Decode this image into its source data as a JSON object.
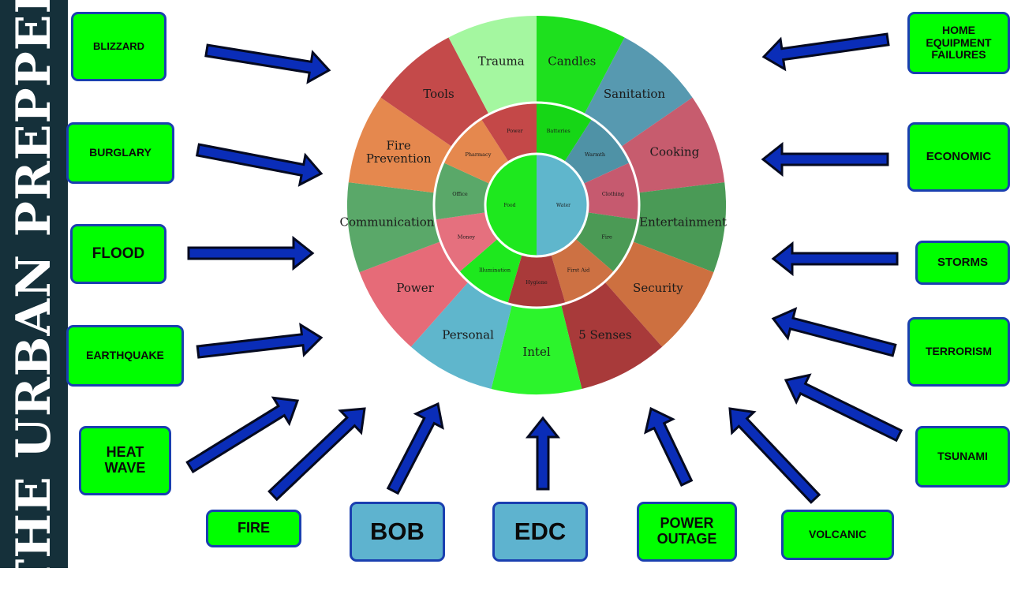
{
  "brand": {
    "sidebar_text": "THE URBAN PREPPER"
  },
  "colors": {
    "sidebar_bg": "#15303a",
    "hazard_box": "#00ff00",
    "kit_box": "#5eb3cf",
    "arrow": "#0a2db8",
    "box_border": "#1a3fb0"
  },
  "wheel": {
    "center": [
      {
        "label": "Water",
        "color": "#5fb6cc"
      },
      {
        "label": "Food",
        "color": "#1ee81e"
      }
    ],
    "middle": [
      {
        "label": "Batteries",
        "color": "#16d616"
      },
      {
        "label": "Warmth",
        "color": "#4f92a6"
      },
      {
        "label": "Clothing",
        "color": "#c65a6f"
      },
      {
        "label": "Fire",
        "color": "#4b9a55"
      },
      {
        "label": "First Aid",
        "color": "#cd7143"
      },
      {
        "label": "Hygiene",
        "color": "#a93a3a"
      },
      {
        "label": "Illumination",
        "color": "#1ee81e"
      },
      {
        "label": "Money",
        "color": "#e5707e"
      },
      {
        "label": "Office",
        "color": "#5aa869"
      },
      {
        "label": "Pharmacy",
        "color": "#e5884e"
      },
      {
        "label": "Power",
        "color": "#c44848"
      }
    ],
    "outer": [
      {
        "label": "Candles",
        "color": "#1ee01e"
      },
      {
        "label": "Sanitation",
        "color": "#5799b0"
      },
      {
        "label": "Cooking",
        "color": "#c75c6e"
      },
      {
        "label": "Entertainment",
        "color": "#4a9a56"
      },
      {
        "label": "Security",
        "color": "#cd7040"
      },
      {
        "label": "5 Senses",
        "color": "#a83a3a"
      },
      {
        "label": "Intel",
        "color": "#2cf42c"
      },
      {
        "label": "Personal",
        "color": "#5fb6cc"
      },
      {
        "label": "Power",
        "color": "#e66b78"
      },
      {
        "label": "Communications",
        "color": "#5aa869"
      },
      {
        "label": "Fire Prevention",
        "color": "#e5884e"
      },
      {
        "label": "Tools",
        "color": "#c44a4a"
      },
      {
        "label": "Trauma",
        "color": "#a4f7a0"
      }
    ]
  },
  "hazards": {
    "blizzard": "BLIZZARD",
    "burglary": "BURGLARY",
    "flood": "FLOOD",
    "earthquake": "EARTHQUAKE",
    "heat_wave": "HEAT WAVE",
    "fire": "FIRE",
    "power_outage": "POWER OUTAGE",
    "volcanic": "VOLCANIC",
    "home_equipment_failures": "HOME EQUIPMENT FAILURES",
    "economic": "ECONOMIC",
    "storms": "STORMS",
    "terrorism": "TERRORISM",
    "tsunami": "TSUNAMI"
  },
  "kits": {
    "bob": "BOB",
    "edc": "EDC"
  }
}
